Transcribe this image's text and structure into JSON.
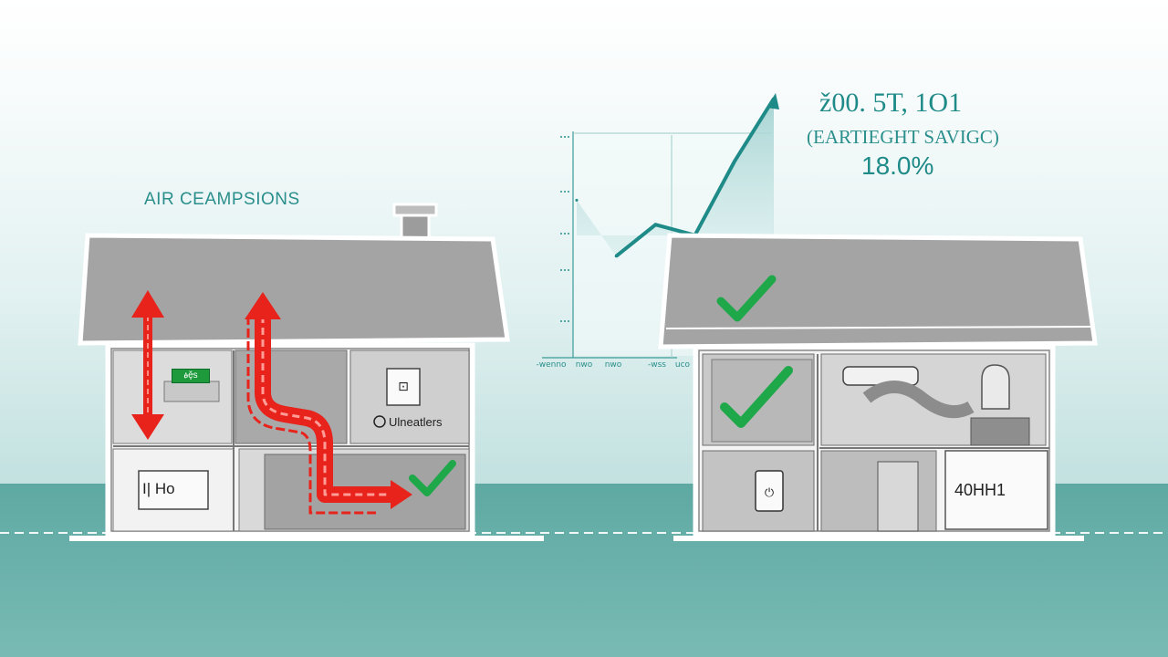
{
  "left_house": {
    "title": "AIR CEAMPSIONS",
    "room_labels": {
      "green_tag": "ፅḝs",
      "outlet_box": "I| Ho",
      "unweathers": "Ulneatlers"
    }
  },
  "chart": {
    "savings_value": "ž00. 5T,  1O1",
    "savings_caption": "(EARTIEGHT SAVIGC)",
    "savings_percent": "18.0%",
    "x_tick_labels": [
      "-wenno",
      "nwo",
      "nwo",
      "-wss",
      "uco"
    ]
  },
  "right_house": {
    "meter_label": "40HH1"
  },
  "chart_data": {
    "type": "line",
    "title": "",
    "xlabel": "",
    "ylabel": "",
    "x": [
      0,
      1,
      2,
      3,
      4,
      5
    ],
    "series": [
      {
        "values": [
          42,
          10,
          28,
          22,
          64,
          100
        ]
      }
    ],
    "ylim": [
      0,
      100
    ],
    "grid": true
  },
  "colors": {
    "accent_teal": "#2a8f8c",
    "arrow_red": "#e8231c",
    "check_green": "#1ea84a",
    "roof_gray": "#a3a3a3",
    "floor_teal": "#6eb4ae"
  }
}
